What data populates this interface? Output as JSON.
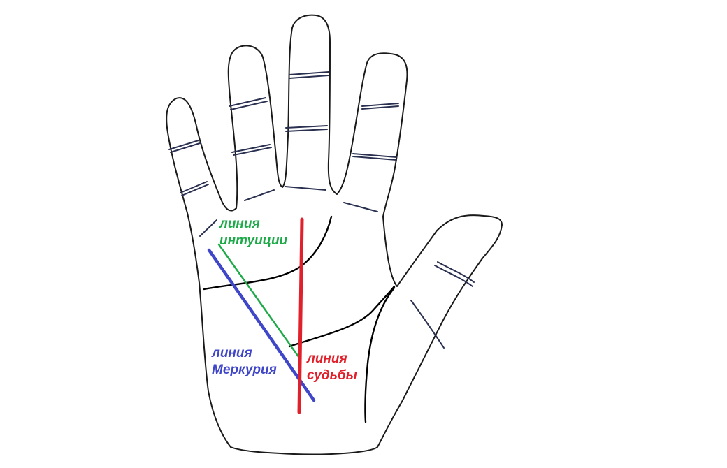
{
  "labels": {
    "intuition": {
      "line1": "линия",
      "line2": "интуиции",
      "color": "#1faa4a"
    },
    "mercury": {
      "line1": "линия",
      "line2": "Меркурия",
      "color": "#3f46c8"
    },
    "fate": {
      "line1": "линия",
      "line2": "судьбы",
      "color": "#e0202a"
    }
  },
  "colors": {
    "background": "#ffffff",
    "outline": "#1a1a1a",
    "crease": "#2a3050",
    "palm_lines": "#000000",
    "intuition_line": "#1faa4a",
    "mercury_line": "#3f46c8",
    "fate_line": "#e0202a"
  }
}
